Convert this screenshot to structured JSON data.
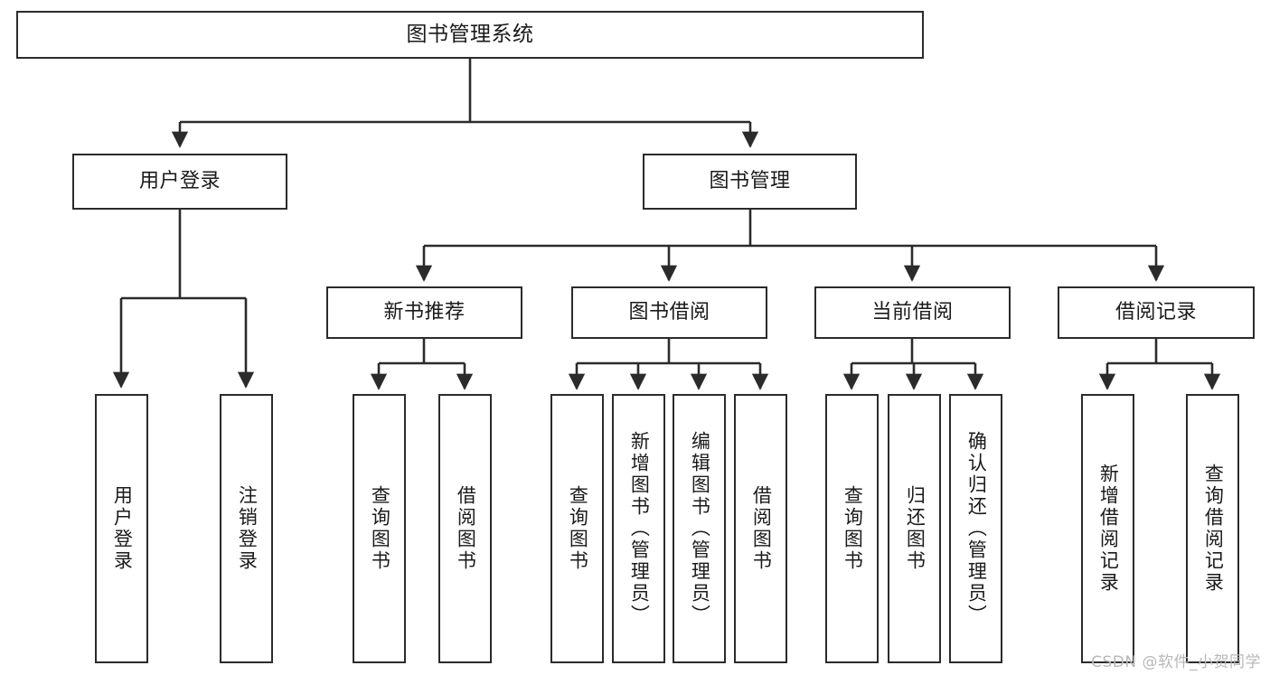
{
  "diagram": {
    "title": "图书管理系统",
    "type": "tree-hierarchy",
    "watermark": "CSDN @软件_小贺同学",
    "line_color": "#2b2b2b",
    "box_fill": "#ffffff",
    "text_color": "#1a1a1a",
    "root": {
      "label": "图书管理系统"
    },
    "level2": [
      {
        "label": "用户登录"
      },
      {
        "label": "图书管理"
      }
    ],
    "level3": [
      {
        "label": "新书推荐"
      },
      {
        "label": "图书借阅"
      },
      {
        "label": "当前借阅"
      },
      {
        "label": "借阅记录"
      }
    ],
    "leaves": {
      "user_login": [
        {
          "label": "用户登录"
        },
        {
          "label": "注销登录"
        }
      ],
      "new_book_recommend": [
        {
          "label": "查询图书"
        },
        {
          "label": "借阅图书"
        }
      ],
      "book_borrow": [
        {
          "label": "查询图书"
        },
        {
          "label": "新增图书（管理员）"
        },
        {
          "label": "编辑图书（管理员）"
        },
        {
          "label": "借阅图书"
        }
      ],
      "current_borrow": [
        {
          "label": "查询图书"
        },
        {
          "label": "归还图书"
        },
        {
          "label": "确认归还（管理员）"
        }
      ],
      "borrow_record": [
        {
          "label": "新增借阅记录"
        },
        {
          "label": "查询借阅记录"
        }
      ]
    }
  }
}
